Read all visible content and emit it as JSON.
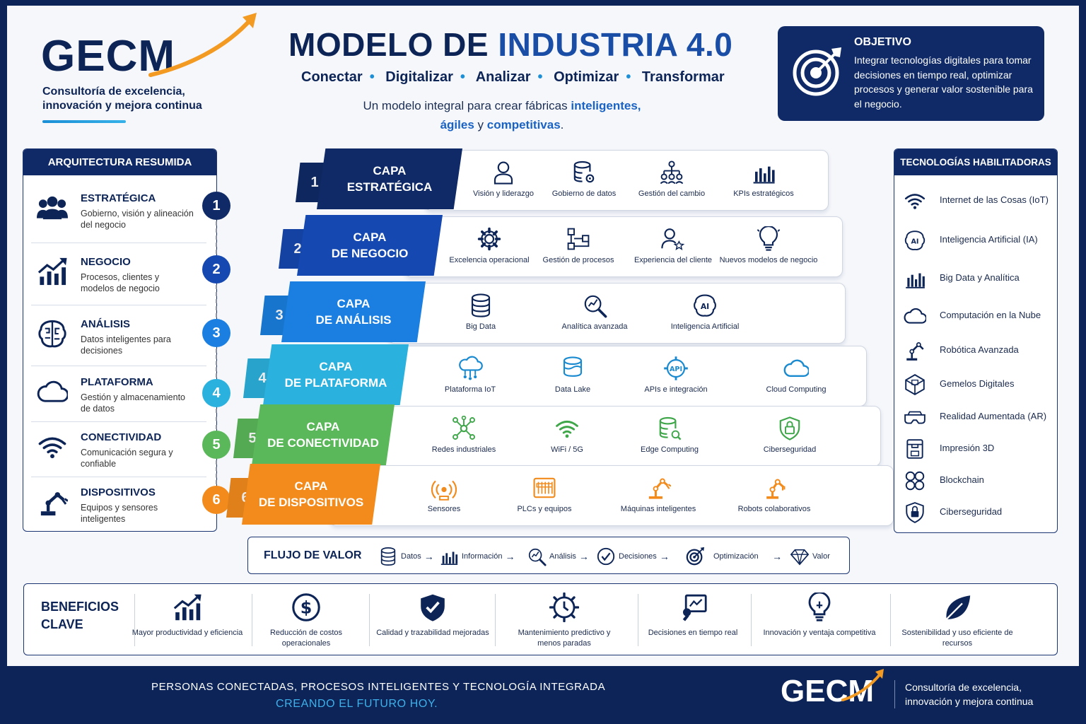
{
  "brand": {
    "logo": "GECM",
    "tagline_1": "Consultoría de excelencia,",
    "tagline_2": "innovación y mejora continua"
  },
  "header": {
    "title_main": "MODELO DE ",
    "title_highlight": "INDUSTRIA 4.0",
    "verbs": [
      "Conectar",
      "Digitalizar",
      "Analizar",
      "Optimizar",
      "Transformar"
    ],
    "subtitle_pre": "Un modelo integral para crear fábricas ",
    "subtitle_hl1": "inteligentes,",
    "subtitle_hl2": "ágiles",
    "subtitle_mid": " y ",
    "subtitle_hl3": "competitivas",
    "subtitle_end": "."
  },
  "objetivo": {
    "title": "OBJETIVO",
    "text": "Integrar tecnologías digitales para tomar decisiones en tiempo real, optimizar procesos y generar valor sostenible para el negocio.",
    "icon": "target-icon"
  },
  "arquitectura": {
    "title": "ARQUITECTURA RESUMIDA",
    "items": [
      {
        "num": "1",
        "title": "ESTRATÉGICA",
        "desc": "Gobierno, visión y alineación del negocio",
        "icon": "people-icon"
      },
      {
        "num": "2",
        "title": "NEGOCIO",
        "desc": "Procesos, clientes y modelos de negocio",
        "icon": "growth-chart-icon"
      },
      {
        "num": "3",
        "title": "ANÁLISIS",
        "desc": "Datos inteligentes para decisiones",
        "icon": "brain-icon"
      },
      {
        "num": "4",
        "title": "PLATAFORMA",
        "desc": "Gestión y almacenamiento de datos",
        "icon": "cloud-icon"
      },
      {
        "num": "5",
        "title": "CONECTIVIDAD",
        "desc": "Comunicación segura y confiable",
        "icon": "wifi-icon"
      },
      {
        "num": "6",
        "title": "DISPOSITIVOS",
        "desc": "Equipos y sensores inteligentes",
        "icon": "robot-arm-icon"
      }
    ]
  },
  "layers": [
    {
      "num": "1",
      "title_1": "CAPA",
      "title_2": "ESTRATÉGICA",
      "features": [
        "Visión y liderazgo",
        "Gobierno de datos",
        "Gestión del cambio",
        "KPIs estratégicos"
      ]
    },
    {
      "num": "2",
      "title_1": "CAPA",
      "title_2": "DE NEGOCIO",
      "features": [
        "Excelencia operacional",
        "Gestión de procesos",
        "Experiencia del cliente",
        "Nuevos modelos de negocio"
      ]
    },
    {
      "num": "3",
      "title_1": "CAPA",
      "title_2": "DE ANÁLISIS",
      "features": [
        "Big Data",
        "Analítica avanzada",
        "Inteligencia Artificial"
      ]
    },
    {
      "num": "4",
      "title_1": "CAPA",
      "title_2": "DE PLATAFORMA",
      "features": [
        "Plataforma IoT",
        "Data Lake",
        "APIs e integración",
        "Cloud Computing"
      ]
    },
    {
      "num": "5",
      "title_1": "CAPA",
      "title_2": "DE CONECTIVIDAD",
      "features": [
        "Redes industriales",
        "WiFi / 5G",
        "Edge Computing",
        "Ciberseguridad"
      ]
    },
    {
      "num": "6",
      "title_1": "CAPA",
      "title_2": "DE DISPOSITIVOS",
      "features": [
        "Sensores",
        "PLCs y equipos",
        "Máquinas inteligentes",
        "Robots colaborativos"
      ]
    }
  ],
  "colors": {
    "layer_1": "#0f2a66",
    "layer_2": "#1548b0",
    "layer_3": "#1a7fe0",
    "layer_4": "#2bb1de",
    "layer_5": "#5bb85a",
    "layer_6": "#f28b1c",
    "navy": "#0f2a66",
    "accent": "#1c8fd6",
    "orange": "#f39a22"
  },
  "tecnologias": {
    "title": "TECNOLOGÍAS HABILITADORAS",
    "items": [
      "Internet de las Cosas (IoT)",
      "Inteligencia Artificial (IA)",
      "Big Data y Analítica",
      "Computación en la Nube",
      "Robótica Avanzada",
      "Gemelos Digitales",
      "Realidad Aumentada (AR)",
      "Impresión 3D",
      "Blockchain",
      "Ciberseguridad"
    ]
  },
  "flujo": {
    "title": "FLUJO DE VALOR",
    "steps": [
      "Datos",
      "Información",
      "Análisis",
      "Decisiones",
      "Optimización",
      "Valor"
    ]
  },
  "beneficios": {
    "title_1": "BENEFICIOS",
    "title_2": "CLAVE",
    "items": [
      "Mayor productividad y eficiencia",
      "Reducción de costos operacionales",
      "Calidad y trazabilidad mejoradas",
      "Mantenimiento predictivo y menos paradas",
      "Decisiones en tiempo real",
      "Innovación y ventaja competitiva",
      "Sostenibilidad y uso eficiente de recursos"
    ]
  },
  "footer": {
    "line_1": "PERSONAS CONECTADAS, PROCESOS INTELIGENTES Y TECNOLOGÍA INTEGRADA",
    "line_2": "CREANDO EL FUTURO HOY.",
    "logo": "GECM",
    "tagline_1": "Consultoría de excelencia,",
    "tagline_2": "innovación y mejora continua"
  }
}
